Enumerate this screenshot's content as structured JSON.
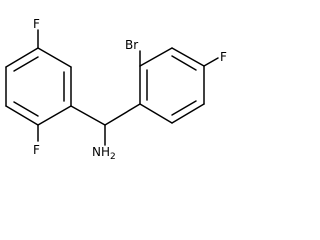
{
  "molecule": {
    "atoms": {
      "f_ring_a_top": "F",
      "f_ring_a_bottom": "F",
      "br": "Br",
      "f_ring_b": "F",
      "amine_n": "NH",
      "amine_h_count": "2"
    },
    "colors": {
      "bond": "#000000",
      "label": "#000000",
      "background": "#ffffff"
    }
  }
}
